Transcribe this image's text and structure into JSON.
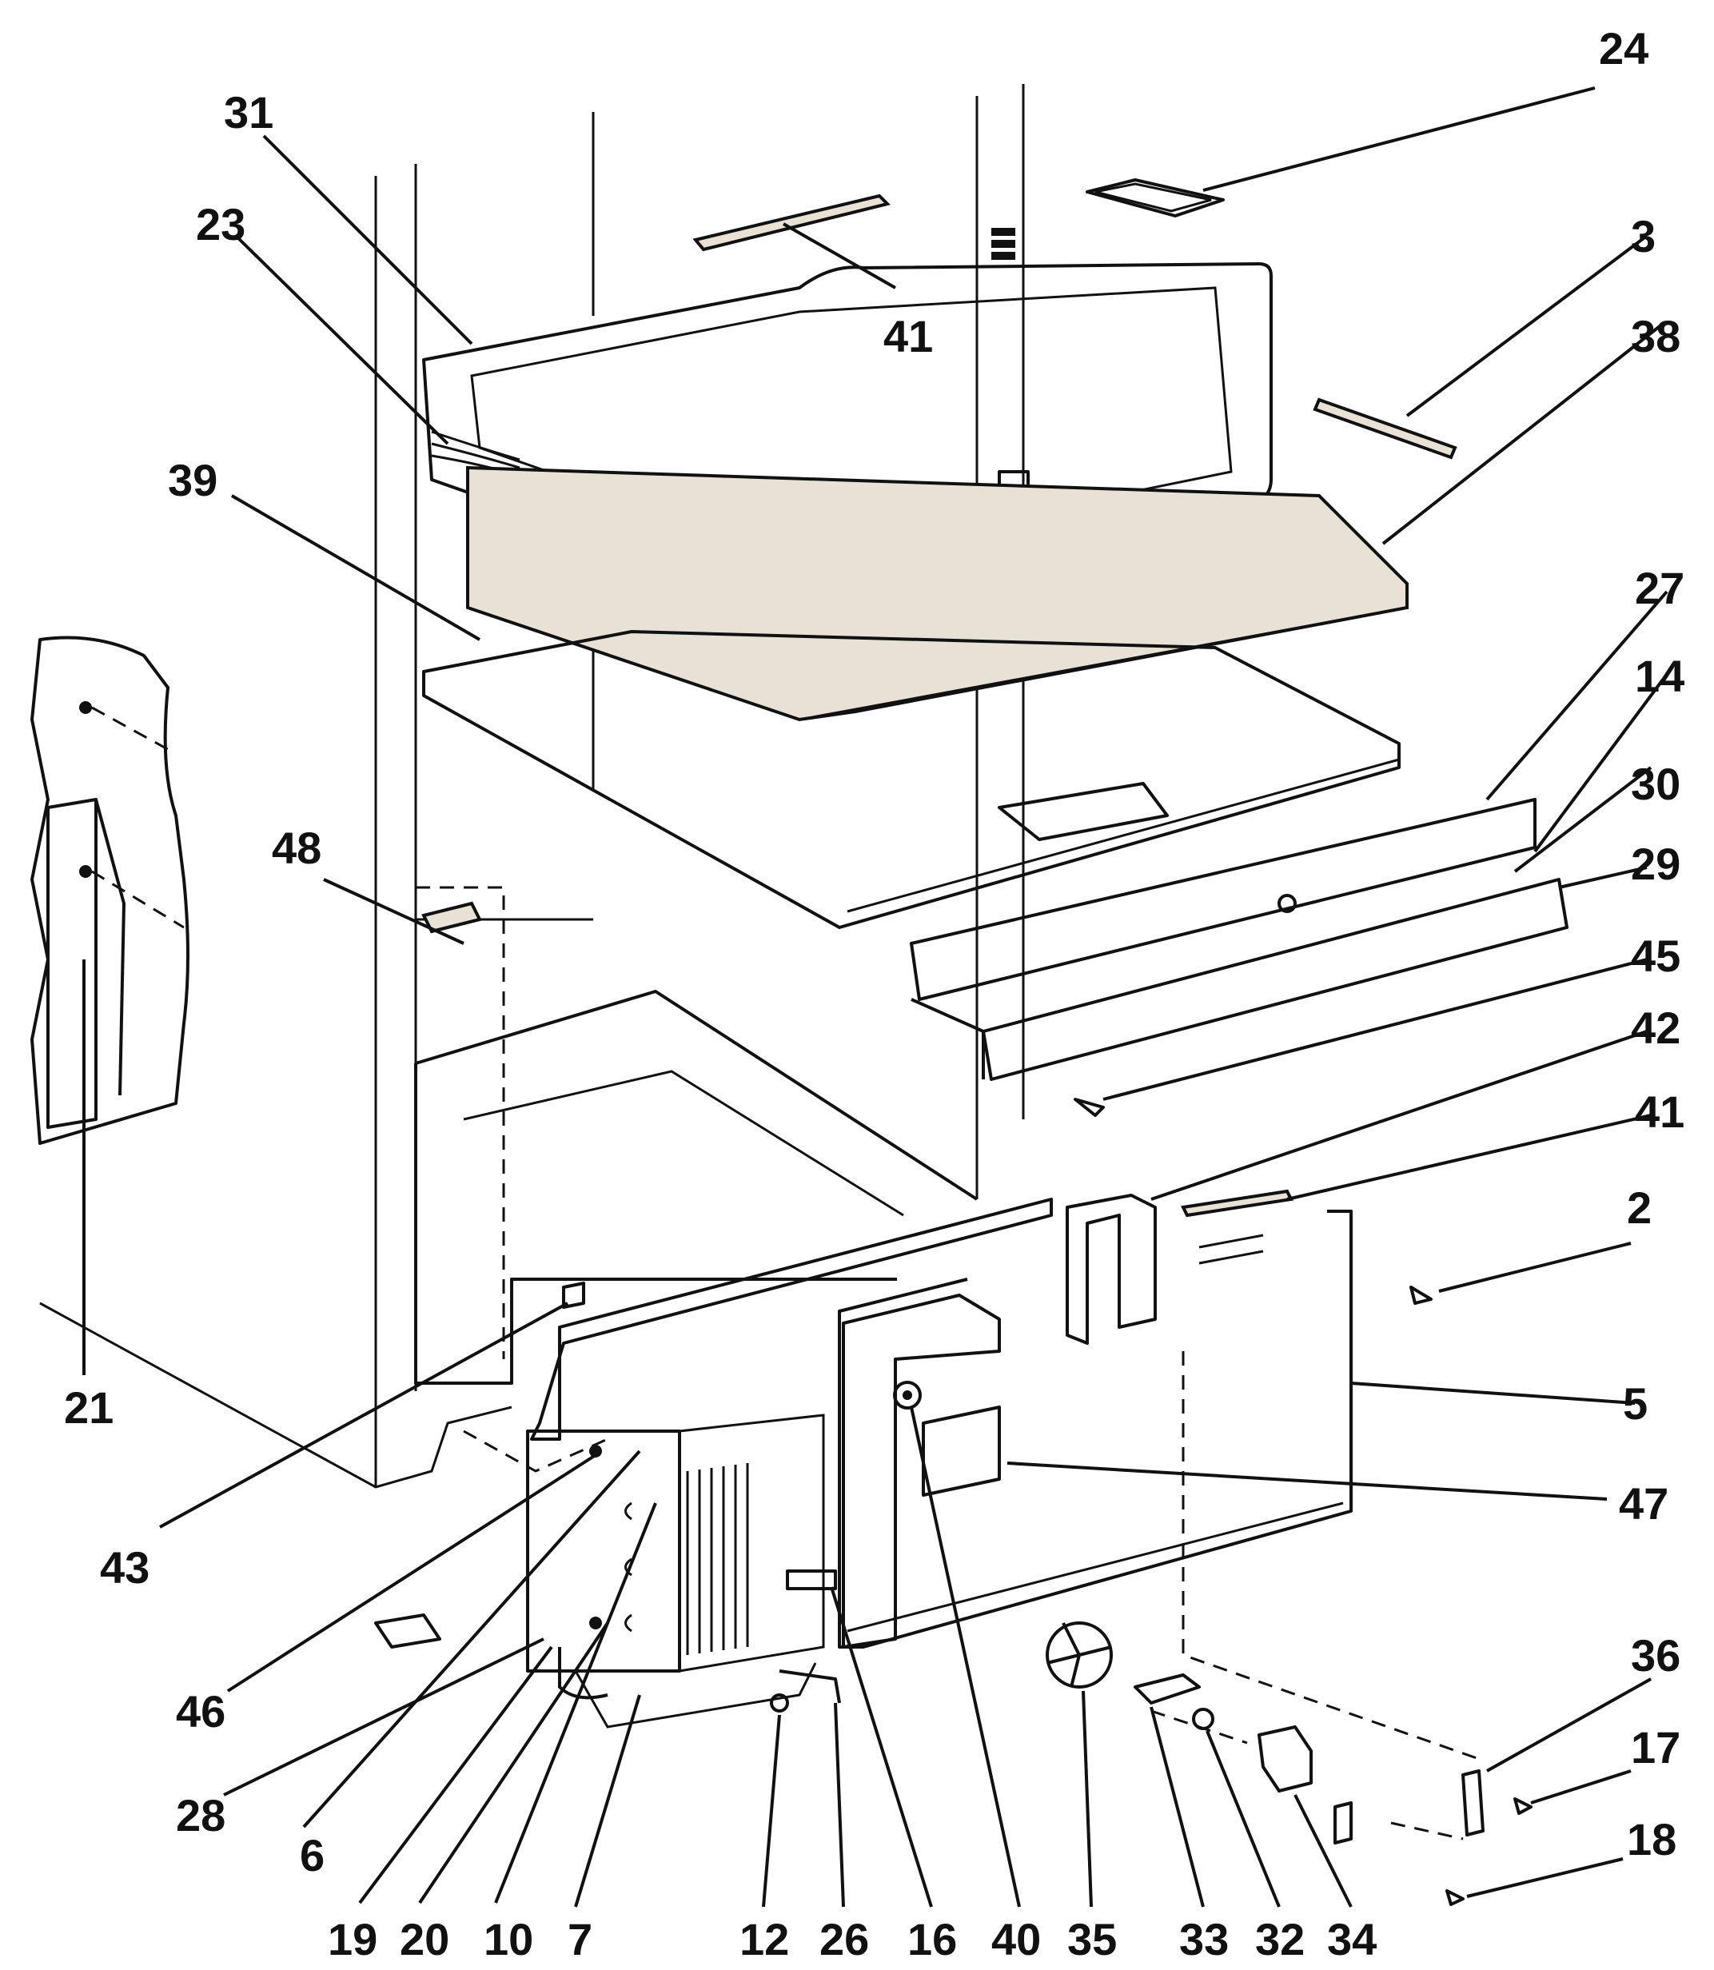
{
  "diagram": {
    "type": "exploded-parts-view",
    "callouts": [
      {
        "id": "c24",
        "label": "24"
      },
      {
        "id": "c31",
        "label": "31"
      },
      {
        "id": "c23",
        "label": "23"
      },
      {
        "id": "c41a",
        "label": "41"
      },
      {
        "id": "c3",
        "label": "3"
      },
      {
        "id": "c38",
        "label": "38"
      },
      {
        "id": "c39",
        "label": "39"
      },
      {
        "id": "c27",
        "label": "27"
      },
      {
        "id": "c14",
        "label": "14"
      },
      {
        "id": "c30",
        "label": "30"
      },
      {
        "id": "c29",
        "label": "29"
      },
      {
        "id": "c48",
        "label": "48"
      },
      {
        "id": "c45",
        "label": "45"
      },
      {
        "id": "c42",
        "label": "42"
      },
      {
        "id": "c41b",
        "label": "41"
      },
      {
        "id": "c2",
        "label": "2"
      },
      {
        "id": "c5",
        "label": "5"
      },
      {
        "id": "c21",
        "label": "21"
      },
      {
        "id": "c47",
        "label": "47"
      },
      {
        "id": "c43",
        "label": "43"
      },
      {
        "id": "c46",
        "label": "46"
      },
      {
        "id": "c28",
        "label": "28"
      },
      {
        "id": "c6",
        "label": "6"
      },
      {
        "id": "c19",
        "label": "19"
      },
      {
        "id": "c20",
        "label": "20"
      },
      {
        "id": "c10",
        "label": "10"
      },
      {
        "id": "c7",
        "label": "7"
      },
      {
        "id": "c12",
        "label": "12"
      },
      {
        "id": "c26",
        "label": "26"
      },
      {
        "id": "c16",
        "label": "16"
      },
      {
        "id": "c40",
        "label": "40"
      },
      {
        "id": "c35",
        "label": "35"
      },
      {
        "id": "c33",
        "label": "33"
      },
      {
        "id": "c32",
        "label": "32"
      },
      {
        "id": "c34",
        "label": "34"
      },
      {
        "id": "c36",
        "label": "36"
      },
      {
        "id": "c17",
        "label": "17"
      },
      {
        "id": "c18",
        "label": "18"
      }
    ]
  }
}
